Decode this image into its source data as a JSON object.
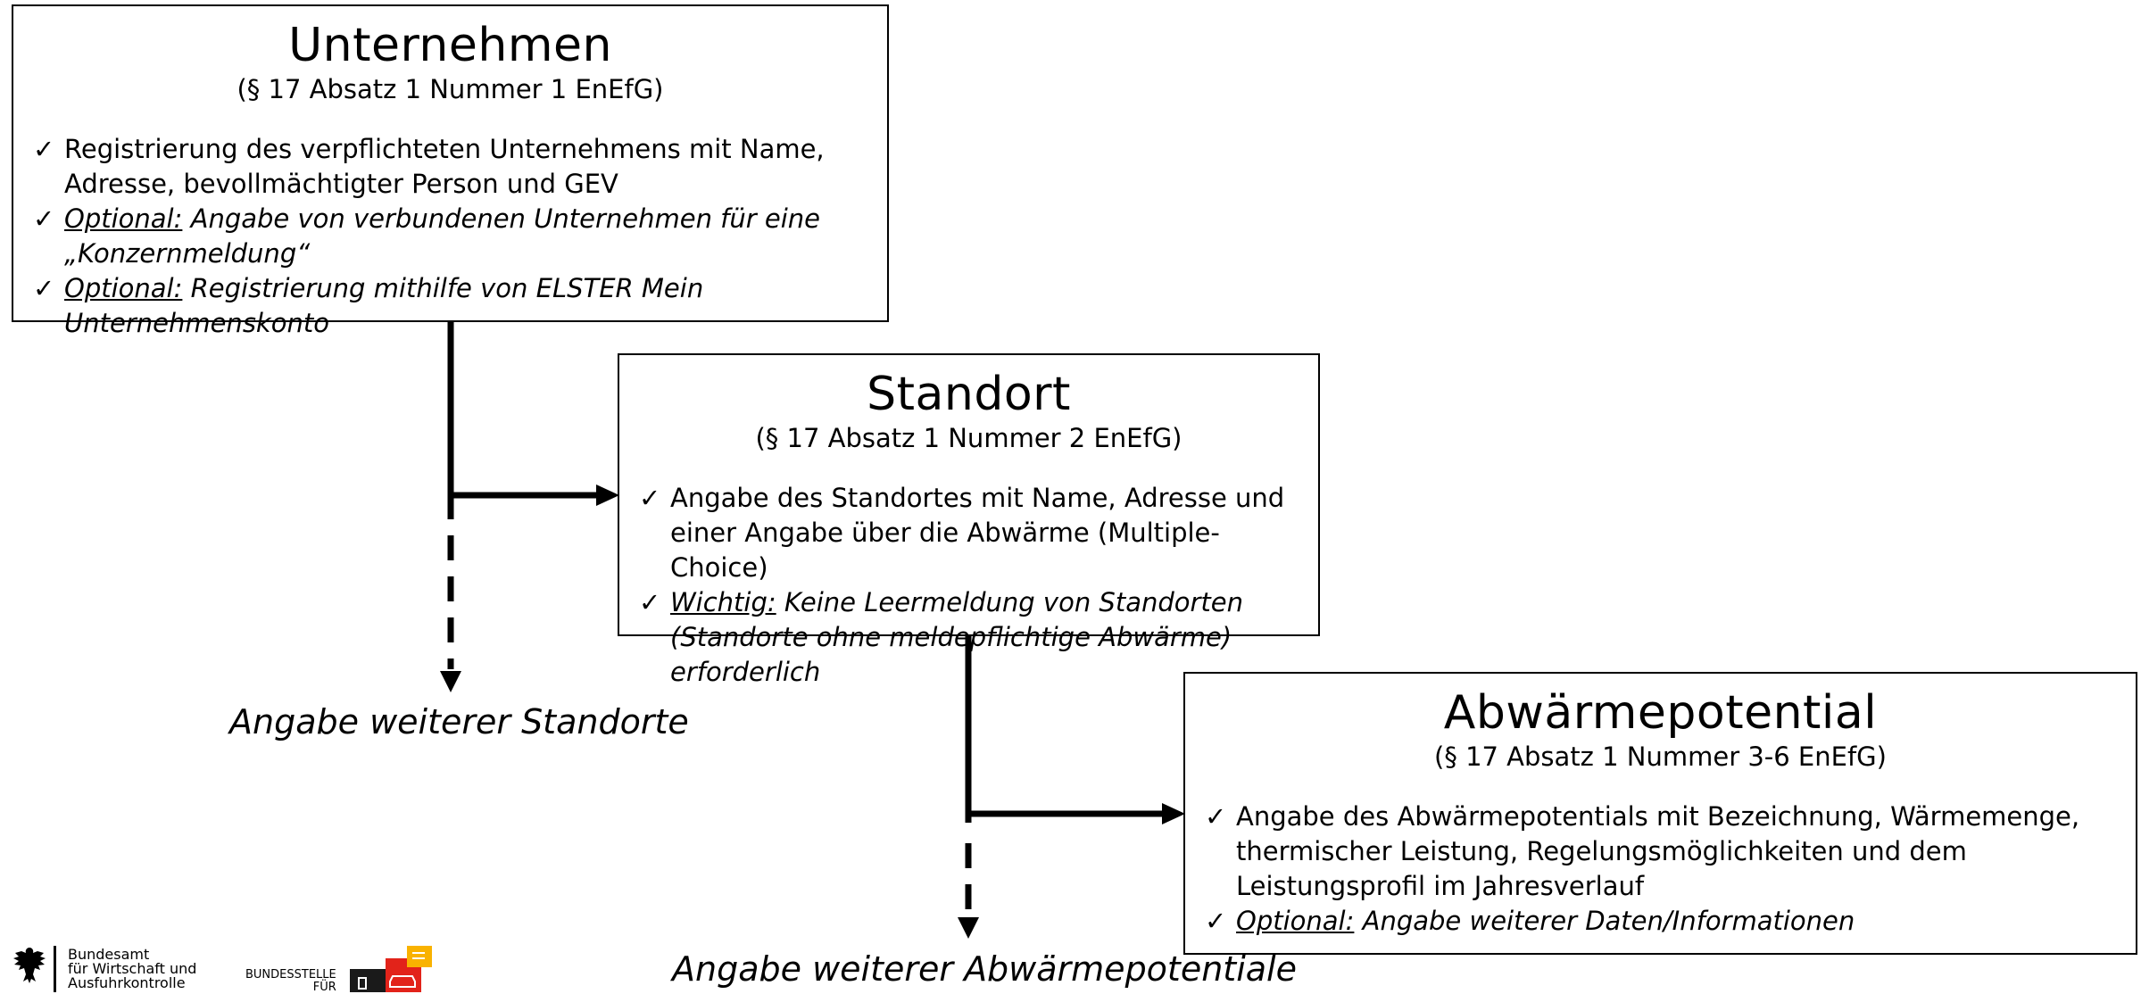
{
  "boxes": {
    "unternehmen": {
      "title": "Unternehmen",
      "subtitle": "(§ 17 Absatz 1 Nummer 1 EnEfG)",
      "items": [
        {
          "label": "",
          "text": "Registrierung des verpflichteten Unternehmens mit Name, Adresse, bevollmächtigter Person und GEV"
        },
        {
          "label": "Optional:",
          "text": "Angabe von verbundenen Unternehmen für eine „Konzernmeldung“"
        },
        {
          "label": "Optional:",
          "text": "Registrierung mithilfe von ELSTER Mein Unternehmenskonto"
        }
      ]
    },
    "standort": {
      "title": "Standort",
      "subtitle": "(§ 17 Absatz 1 Nummer 2 EnEfG)",
      "items": [
        {
          "label": "",
          "text": "Angabe des Standortes mit Name, Adresse und einer Angabe über die Abwärme (Multiple-Choice)"
        },
        {
          "label": "Wichtig:",
          "text": "Keine Leermeldung von Standorten (Standorte ohne meldepflichtige Abwärme) erforderlich"
        }
      ]
    },
    "abwaerme": {
      "title": "Abwärmepotential",
      "subtitle": "(§ 17 Absatz 1 Nummer 3-6 EnEfG)",
      "items": [
        {
          "label": "",
          "text": "Angabe des Abwärmepotentials mit Bezeichnung, Wärmemenge, thermischer Leistung, Regelungsmöglichkeiten und dem Leistungsprofil im Jahresverlauf"
        },
        {
          "label": "Optional:",
          "text": "Angabe weiterer Daten/Informationen"
        }
      ]
    }
  },
  "captions": {
    "weitere_standorte": "Angabe weiterer Standorte",
    "weitere_abwaermepotentiale": "Angabe weiterer Abwärmepotentiale"
  },
  "check_symbol": "✓",
  "footer": {
    "bafa_lines": [
      "Bundesamt",
      "für Wirtschaft und",
      "Ausfuhrkontrolle"
    ],
    "bundesstelle_lines": [
      "BUNDESSTELLE",
      "FÜR"
    ],
    "bundesstelle_colors": {
      "black": "#1a1a1a",
      "red": "#e2231a",
      "yellow": "#f9b200"
    }
  },
  "icons": {
    "eagle": "eagle-icon",
    "bundesstelle": "bundesstelle-logo-icon"
  }
}
